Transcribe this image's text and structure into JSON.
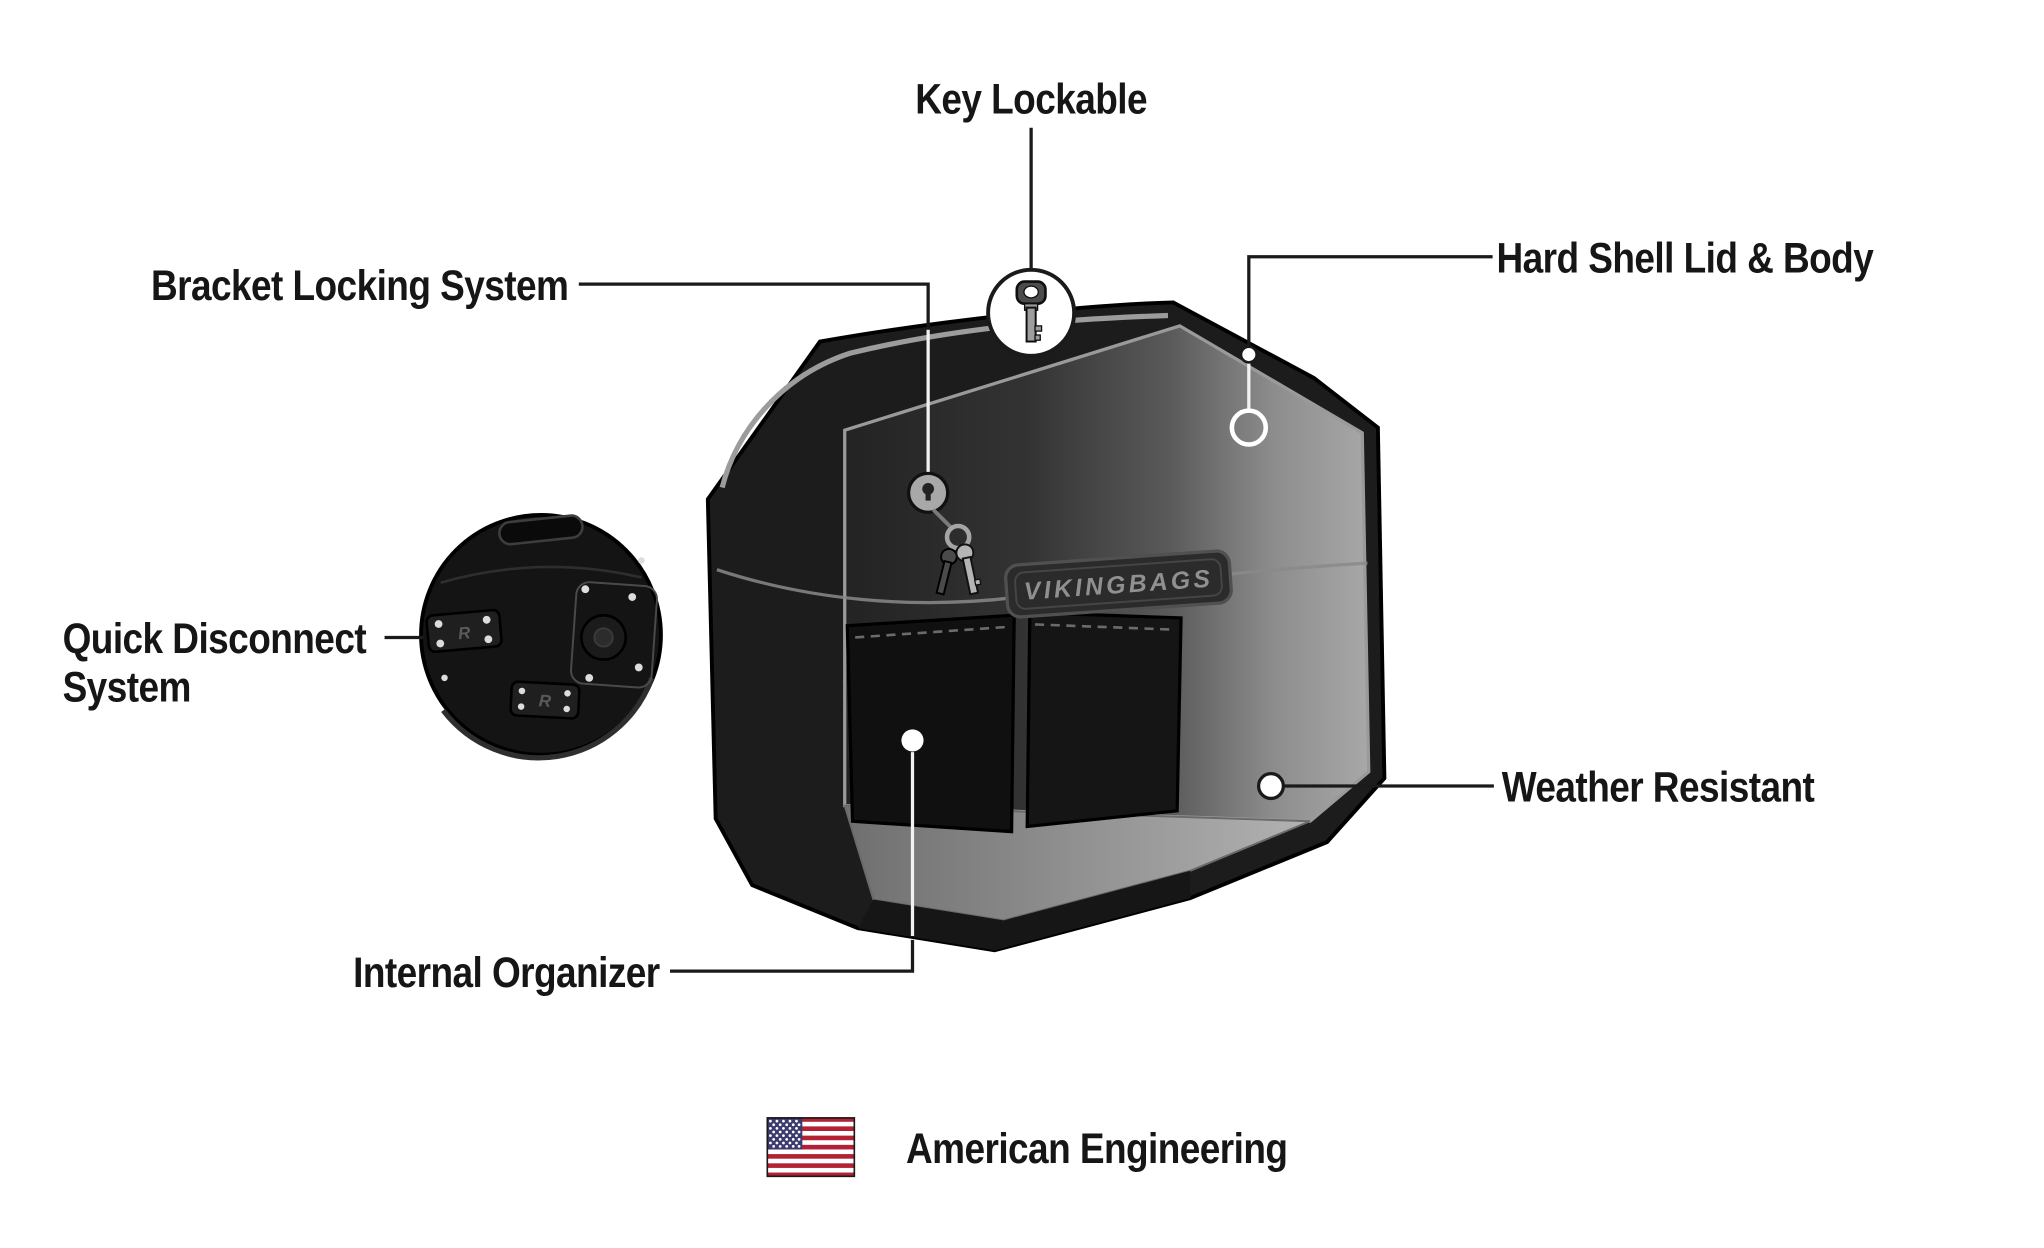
{
  "diagram": {
    "callouts": [
      {
        "id": "key-lockable",
        "label": "Key Lockable"
      },
      {
        "id": "bracket-locking-system",
        "label": "Bracket Locking System"
      },
      {
        "id": "hard-shell-lid-body",
        "label": "Hard Shell Lid & Body"
      },
      {
        "id": "quick-disconnect-system",
        "label_line1": "Quick Disconnect",
        "label_line2": "System"
      },
      {
        "id": "weather-resistant",
        "label": "Weather Resistant"
      },
      {
        "id": "internal-organizer",
        "label": "Internal Organizer"
      }
    ],
    "brand_plate": "VIKINGBAGS",
    "bracket_mark": "R",
    "footer": {
      "label": "American Engineering",
      "flag": "us-flag"
    },
    "colors": {
      "background": "#ffffff",
      "text": "#161616",
      "callout_line": "#1a1a1a",
      "bag_shell": "#1c1c1c",
      "interior_light": "#a5a5a5",
      "flag_red": "#B22234",
      "flag_blue": "#3C3B6E"
    }
  }
}
